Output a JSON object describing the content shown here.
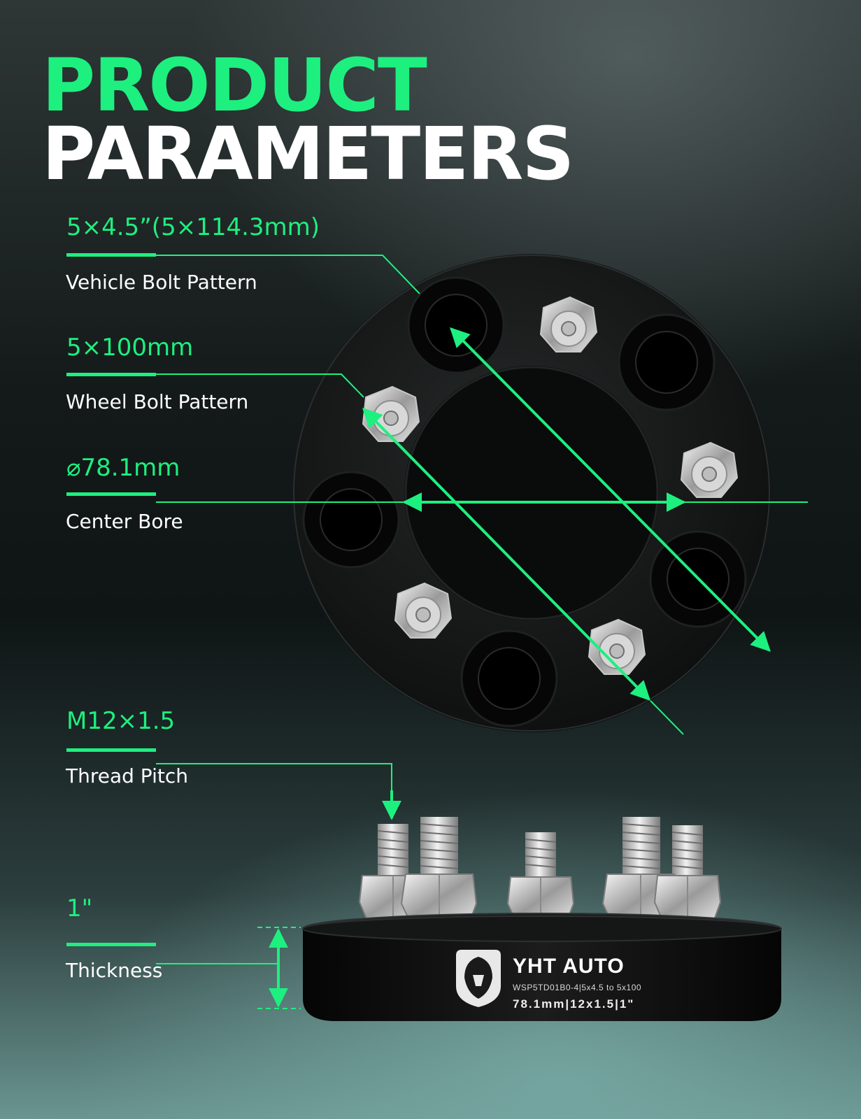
{
  "header": {
    "line1": "PRODUCT",
    "line2": "PARAMETERS"
  },
  "params": [
    {
      "value": "5×4.5”(5×114.3mm)",
      "label": "Vehicle Bolt Pattern"
    },
    {
      "value": "5×100mm",
      "label": "Wheel Bolt Pattern"
    },
    {
      "value": "⌀78.1mm",
      "label": "Center Bore"
    },
    {
      "value": "M12×1.5",
      "label": "Thread Pitch"
    },
    {
      "value": "1\"",
      "label": "Thickness"
    }
  ],
  "product": {
    "brand": "YHT AUTO",
    "engraving_line1": "WSP5TD01B0-4|5x4.5 to 5x100",
    "engraving_line2": "78.1mm|12x1.5|1\""
  },
  "colors": {
    "accent": "#1df07f",
    "text": "#ffffff",
    "spacer": "#111111"
  }
}
